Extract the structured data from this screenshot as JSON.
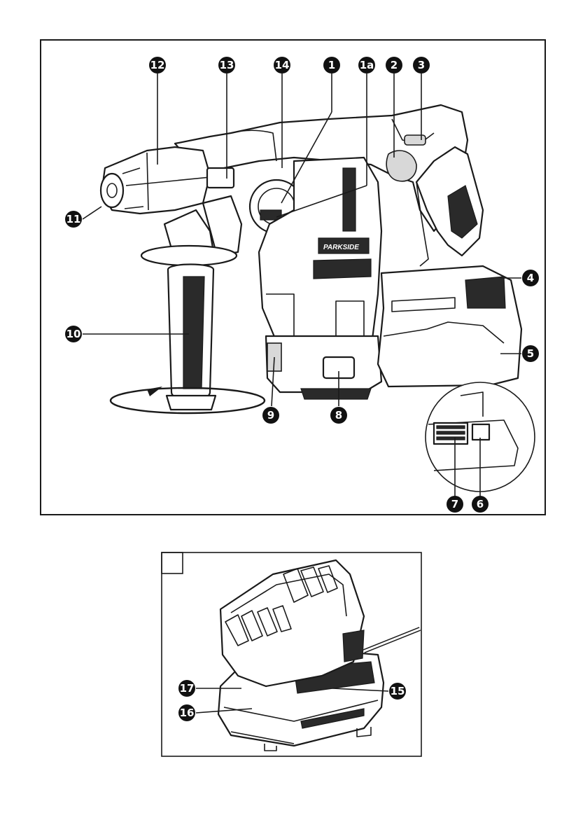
{
  "figure1": {
    "callouts": [
      {
        "id": "12",
        "label": "12"
      },
      {
        "id": "13",
        "label": "13"
      },
      {
        "id": "14",
        "label": "14"
      },
      {
        "id": "1",
        "label": "1"
      },
      {
        "id": "1a",
        "label": "1a"
      },
      {
        "id": "2",
        "label": "2"
      },
      {
        "id": "3",
        "label": "3"
      },
      {
        "id": "4",
        "label": "4"
      },
      {
        "id": "5",
        "label": "5"
      },
      {
        "id": "6",
        "label": "6"
      },
      {
        "id": "7",
        "label": "7"
      },
      {
        "id": "8",
        "label": "8"
      },
      {
        "id": "9",
        "label": "9"
      },
      {
        "id": "10",
        "label": "10"
      },
      {
        "id": "11",
        "label": "11"
      }
    ],
    "brand_text": "PARKSIDE"
  },
  "figure2": {
    "panel_letter": "",
    "callouts": [
      {
        "id": "15",
        "label": "15"
      },
      {
        "id": "16",
        "label": "16"
      },
      {
        "id": "17",
        "label": "17"
      }
    ]
  }
}
